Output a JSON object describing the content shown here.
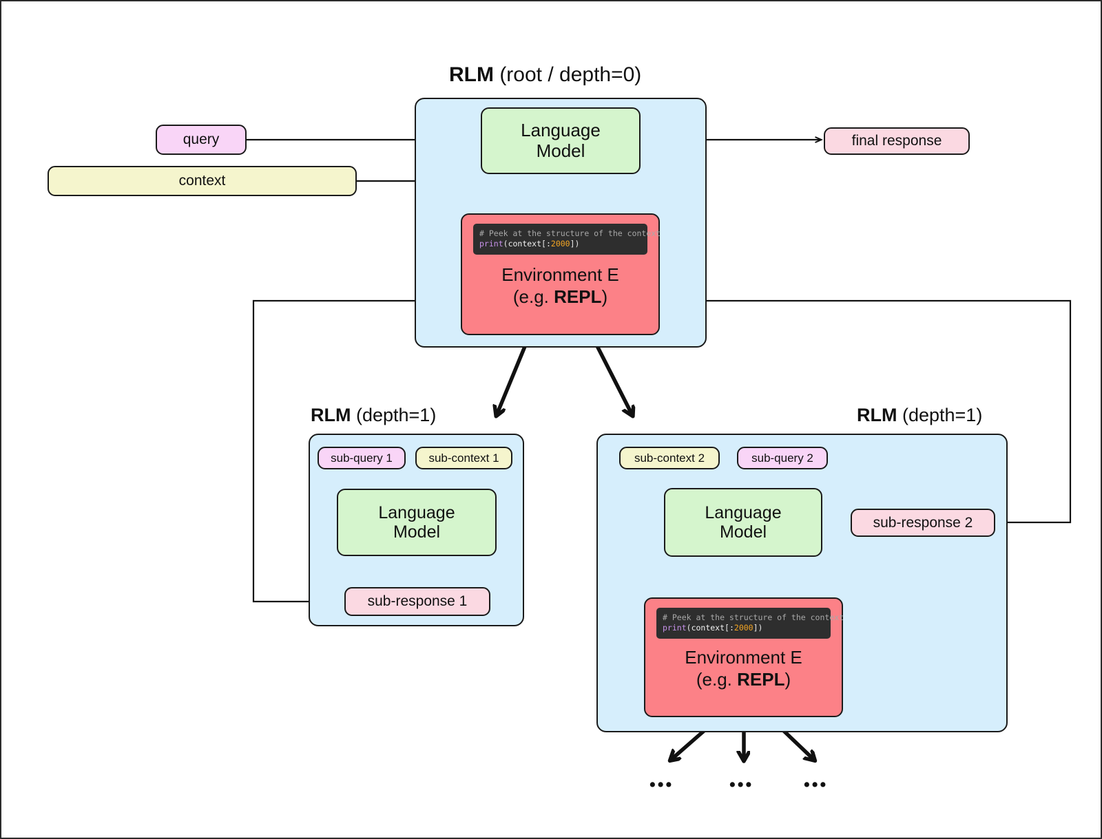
{
  "diagram": {
    "title_root": {
      "bold": "RLM",
      "rest": " (root / depth=0)"
    },
    "title_depth1_left": {
      "bold": "RLM",
      "rest": " (depth=1)"
    },
    "title_depth1_right": {
      "bold": "RLM",
      "rest": " (depth=1)"
    }
  },
  "root": {
    "query_label": "query",
    "context_label": "context",
    "final_response_label": "final response",
    "lm_line1": "Language",
    "lm_line2": "Model",
    "env_line1": "Environment E",
    "env_prefix": "(e.g. ",
    "env_bold": "REPL",
    "env_suffix": ")",
    "code": {
      "comment": "# Peek at the structure of the context",
      "fn": "print",
      "open": "(",
      "ident": "context",
      "bracket_open": "[:",
      "number": "2000",
      "bracket_close": "]",
      "close": ")"
    }
  },
  "depth1_left": {
    "sub_query_label": "sub-query 1",
    "sub_context_label": "sub-context 1",
    "lm_line1": "Language",
    "lm_line2": "Model",
    "sub_response_label": "sub-response 1"
  },
  "depth1_right": {
    "sub_context_label": "sub-context 2",
    "sub_query_label": "sub-query 2",
    "lm_line1": "Language",
    "lm_line2": "Model",
    "sub_response_label": "sub-response 2",
    "env_line1": "Environment E",
    "env_prefix": "(e.g. ",
    "env_bold": "REPL",
    "env_suffix": ")",
    "code": {
      "comment": "# Peek at the structure of the context",
      "fn": "print",
      "open": "(",
      "ident": "context",
      "bracket_open": "[:",
      "number": "2000",
      "bracket_close": "]",
      "close": ")"
    },
    "ellipsis_1": "•••",
    "ellipsis_2": "•••",
    "ellipsis_3": "•••"
  },
  "colors": {
    "panel_blue": "#d6eefc",
    "lm_green": "#d5f5cd",
    "env_red": "#fc8187",
    "query_pink": "#f9d5f7",
    "context_yellow": "#f5f5cd",
    "response_pink": "#fbd9e2",
    "code_bg": "#2e2e2e",
    "stroke": "#1a1a1a"
  }
}
